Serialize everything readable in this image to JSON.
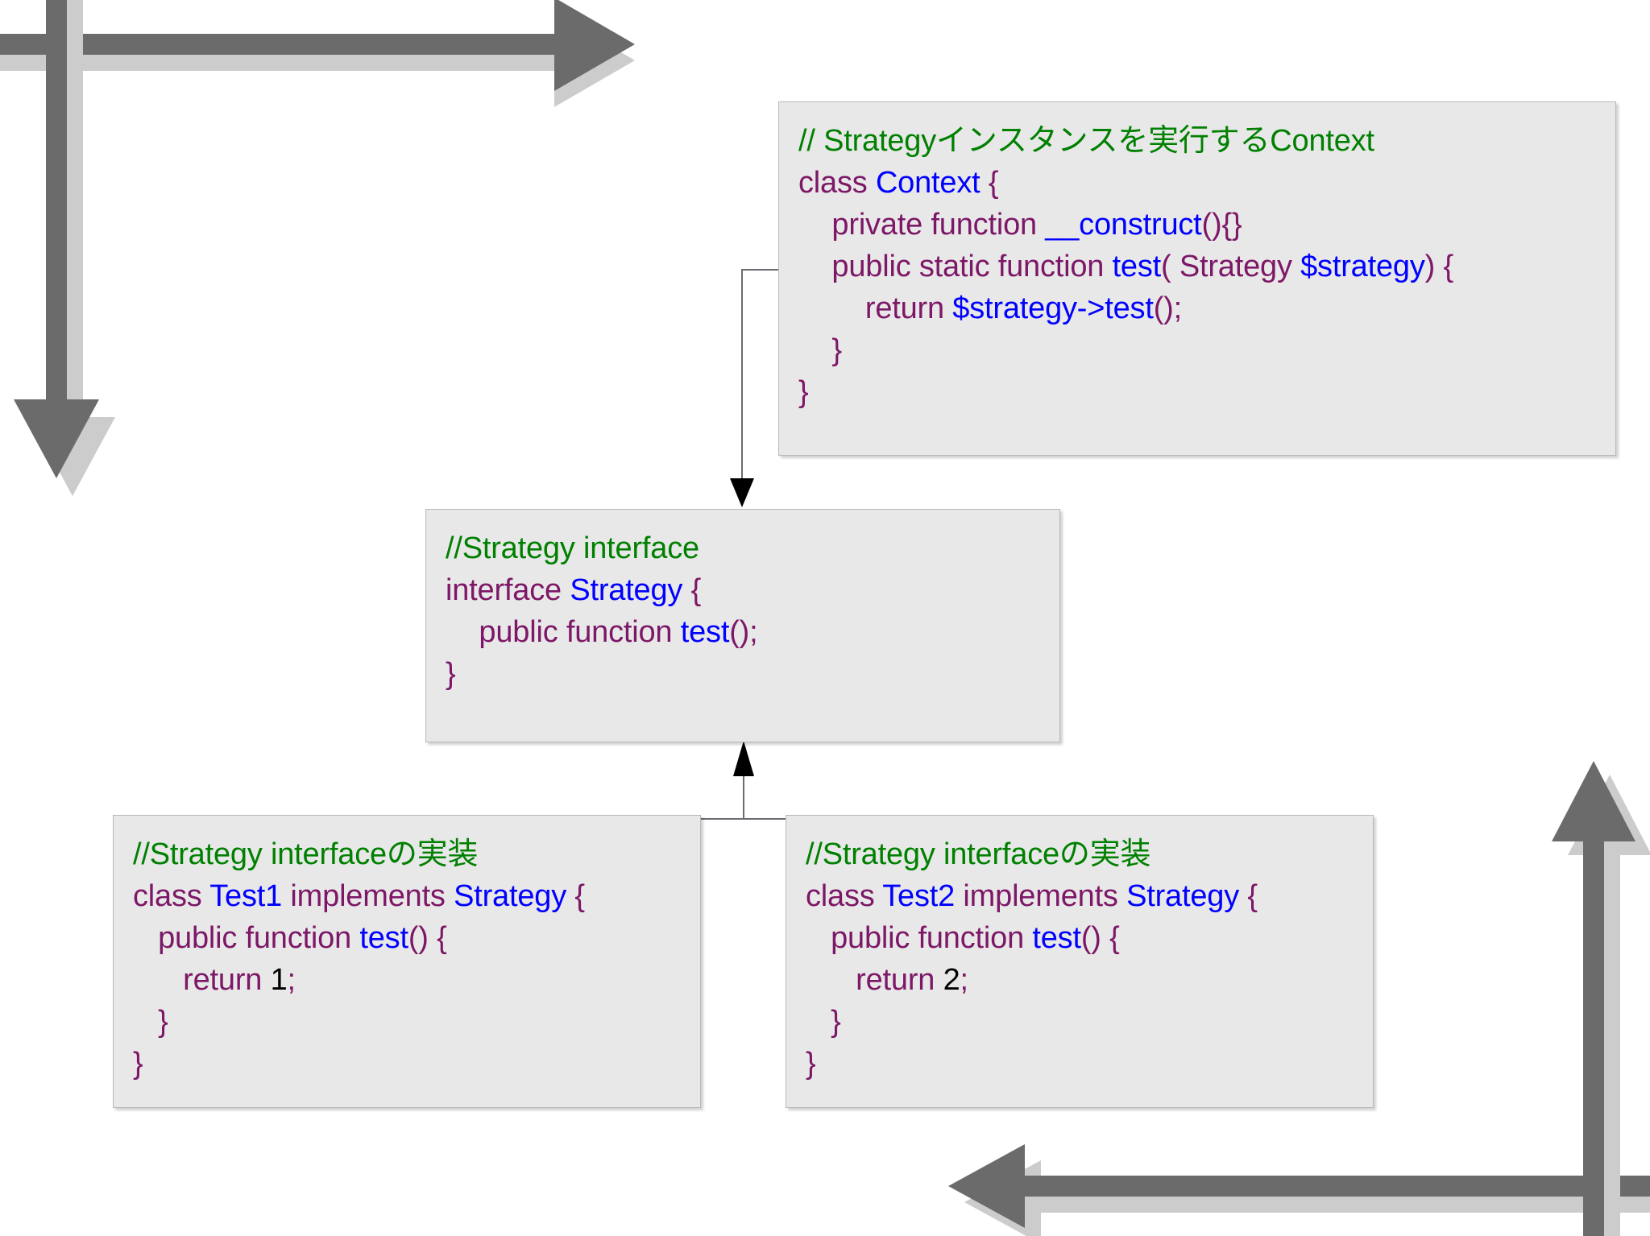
{
  "diagram": {
    "title": "PHP Strategy Pattern Class Diagram",
    "background_color": "#ffffff",
    "box_fill": "#e8e8e8",
    "box_border": "#b9b7bd",
    "colors": {
      "comment": "#008000",
      "keyword": "#7d1767",
      "identifier": "#0000ff",
      "number": "#000000",
      "decor_arrow": "#6b6b6b",
      "decor_arrow_shadow": "#cccccc",
      "connector": "#6b6b73",
      "arrowhead": "#000000"
    }
  },
  "boxes": {
    "context": {
      "name": "Context",
      "lines": [
        [
          {
            "t": "// Strategyインスタンスを実行するContext",
            "c": "comment"
          }
        ],
        [
          {
            "t": "class ",
            "c": "keyword"
          },
          {
            "t": "Context",
            "c": "name"
          },
          {
            "t": " {",
            "c": "keyword"
          }
        ],
        [
          {
            "t": "    private function ",
            "c": "keyword"
          },
          {
            "t": "__construct",
            "c": "name"
          },
          {
            "t": "(){}",
            "c": "keyword"
          }
        ],
        [
          {
            "t": "    public static function ",
            "c": "keyword"
          },
          {
            "t": "test",
            "c": "name"
          },
          {
            "t": "( Strategy ",
            "c": "keyword"
          },
          {
            "t": "$strategy",
            "c": "name"
          },
          {
            "t": ") {",
            "c": "keyword"
          }
        ],
        [
          {
            "t": "        return ",
            "c": "keyword"
          },
          {
            "t": "$strategy->test",
            "c": "name"
          },
          {
            "t": "();",
            "c": "keyword"
          }
        ],
        [
          {
            "t": "    }",
            "c": "keyword"
          }
        ],
        [
          {
            "t": "}",
            "c": "keyword"
          }
        ]
      ]
    },
    "strategy": {
      "name": "Strategy",
      "lines": [
        [
          {
            "t": "//Strategy interface",
            "c": "comment"
          }
        ],
        [
          {
            "t": "interface ",
            "c": "keyword"
          },
          {
            "t": "Strategy",
            "c": "name"
          },
          {
            "t": " {",
            "c": "keyword"
          }
        ],
        [
          {
            "t": "    public function ",
            "c": "keyword"
          },
          {
            "t": "test",
            "c": "name"
          },
          {
            "t": "();",
            "c": "keyword"
          }
        ],
        [
          {
            "t": "}",
            "c": "keyword"
          }
        ]
      ]
    },
    "test1": {
      "name": "Test1",
      "lines": [
        [
          {
            "t": "//Strategy interfaceの実装",
            "c": "comment"
          }
        ],
        [
          {
            "t": "class ",
            "c": "keyword"
          },
          {
            "t": "Test1",
            "c": "name"
          },
          {
            "t": " implements ",
            "c": "keyword"
          },
          {
            "t": "Strategy",
            "c": "name"
          },
          {
            "t": " {",
            "c": "keyword"
          }
        ],
        [
          {
            "t": "   public function ",
            "c": "keyword"
          },
          {
            "t": "test",
            "c": "name"
          },
          {
            "t": "() {",
            "c": "keyword"
          }
        ],
        [
          {
            "t": "      return ",
            "c": "keyword"
          },
          {
            "t": "1",
            "c": "num"
          },
          {
            "t": ";",
            "c": "keyword"
          }
        ],
        [
          {
            "t": "   }",
            "c": "keyword"
          }
        ],
        [
          {
            "t": "}",
            "c": "keyword"
          }
        ]
      ]
    },
    "test2": {
      "name": "Test2",
      "lines": [
        [
          {
            "t": "//Strategy interfaceの実装",
            "c": "comment"
          }
        ],
        [
          {
            "t": "class ",
            "c": "keyword"
          },
          {
            "t": "Test2",
            "c": "name"
          },
          {
            "t": " implements ",
            "c": "keyword"
          },
          {
            "t": "Strategy",
            "c": "name"
          },
          {
            "t": " {",
            "c": "keyword"
          }
        ],
        [
          {
            "t": "   public function ",
            "c": "keyword"
          },
          {
            "t": "test",
            "c": "name"
          },
          {
            "t": "() {",
            "c": "keyword"
          }
        ],
        [
          {
            "t": "      return ",
            "c": "keyword"
          },
          {
            "t": "2",
            "c": "num"
          },
          {
            "t": ";",
            "c": "keyword"
          }
        ],
        [
          {
            "t": "   }",
            "c": "keyword"
          }
        ],
        [
          {
            "t": "}",
            "c": "keyword"
          }
        ]
      ]
    }
  },
  "connectors": [
    {
      "name": "context-to-strategy",
      "kind": "dependency",
      "from": "context",
      "to": "strategy"
    },
    {
      "name": "test1-to-strategy",
      "kind": "realization",
      "from": "test1",
      "to": "strategy"
    },
    {
      "name": "test2-to-strategy",
      "kind": "realization",
      "from": "test2",
      "to": "strategy"
    }
  ],
  "decorations": [
    {
      "name": "arrow-right-top",
      "direction": "right"
    },
    {
      "name": "arrow-down-left",
      "direction": "down"
    },
    {
      "name": "arrow-left-bottom",
      "direction": "left"
    },
    {
      "name": "arrow-up-right",
      "direction": "up"
    }
  ]
}
